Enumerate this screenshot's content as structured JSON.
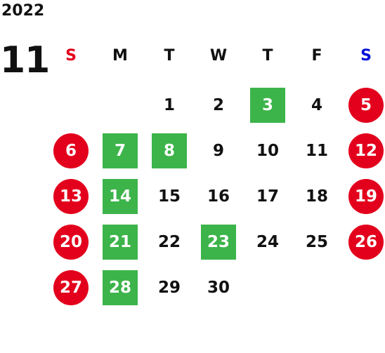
{
  "year": "2022",
  "month": "11",
  "colors": {
    "sunday": "#e3001c",
    "saturday": "#0010d8",
    "holiday_circle": "#e3001c",
    "highlight_square": "#3cb44a"
  },
  "weekdays": [
    {
      "label": "S",
      "kind": "sunday"
    },
    {
      "label": "M",
      "kind": "weekday"
    },
    {
      "label": "T",
      "kind": "weekday"
    },
    {
      "label": "W",
      "kind": "weekday"
    },
    {
      "label": "T",
      "kind": "weekday"
    },
    {
      "label": "F",
      "kind": "weekday"
    },
    {
      "label": "S",
      "kind": "saturday"
    }
  ],
  "weeks": [
    [
      {
        "day": "",
        "style": "empty"
      },
      {
        "day": "",
        "style": "empty"
      },
      {
        "day": "1",
        "style": "plain"
      },
      {
        "day": "2",
        "style": "plain"
      },
      {
        "day": "3",
        "style": "square"
      },
      {
        "day": "4",
        "style": "plain"
      },
      {
        "day": "5",
        "style": "circle"
      }
    ],
    [
      {
        "day": "6",
        "style": "circle"
      },
      {
        "day": "7",
        "style": "square"
      },
      {
        "day": "8",
        "style": "square"
      },
      {
        "day": "9",
        "style": "plain"
      },
      {
        "day": "10",
        "style": "plain"
      },
      {
        "day": "11",
        "style": "plain"
      },
      {
        "day": "12",
        "style": "circle"
      }
    ],
    [
      {
        "day": "13",
        "style": "circle"
      },
      {
        "day": "14",
        "style": "square"
      },
      {
        "day": "15",
        "style": "plain"
      },
      {
        "day": "16",
        "style": "plain"
      },
      {
        "day": "17",
        "style": "plain"
      },
      {
        "day": "18",
        "style": "plain"
      },
      {
        "day": "19",
        "style": "circle"
      }
    ],
    [
      {
        "day": "20",
        "style": "circle"
      },
      {
        "day": "21",
        "style": "square"
      },
      {
        "day": "22",
        "style": "plain"
      },
      {
        "day": "23",
        "style": "square"
      },
      {
        "day": "24",
        "style": "plain"
      },
      {
        "day": "25",
        "style": "plain"
      },
      {
        "day": "26",
        "style": "circle"
      }
    ],
    [
      {
        "day": "27",
        "style": "circle"
      },
      {
        "day": "28",
        "style": "square"
      },
      {
        "day": "29",
        "style": "plain"
      },
      {
        "day": "30",
        "style": "plain"
      },
      {
        "day": "",
        "style": "empty"
      },
      {
        "day": "",
        "style": "empty"
      },
      {
        "day": "",
        "style": "empty"
      }
    ]
  ]
}
